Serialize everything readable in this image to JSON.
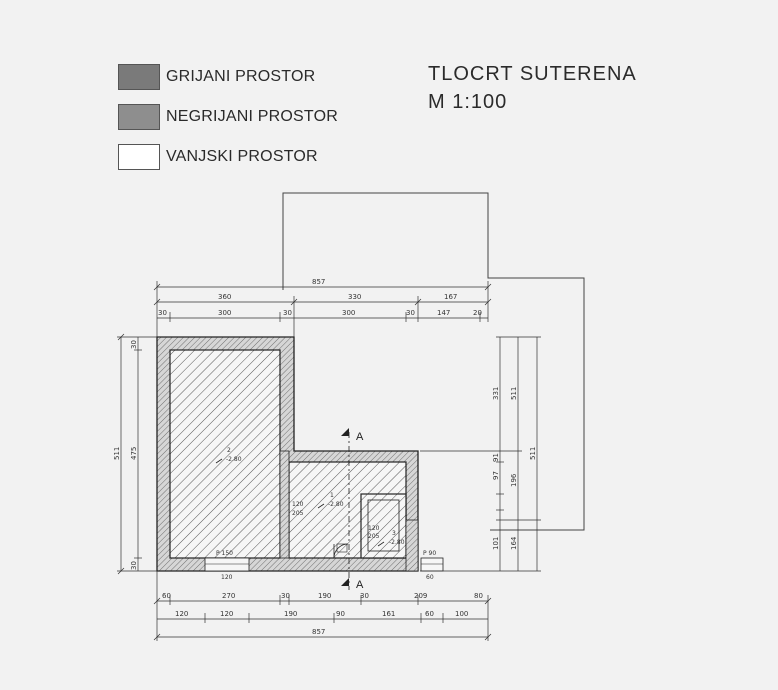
{
  "legend": {
    "heated": {
      "label": "GRIJANI PROSTOR",
      "color": "#7a7a7a"
    },
    "unheated": {
      "label": "NEGRIJANI PROSTOR",
      "color": "#8e8e8e"
    },
    "exterior": {
      "label": "VANJSKI PROSTOR",
      "color": "#ffffff"
    }
  },
  "drawing": {
    "title": "TLOCRT SUTERENA",
    "scale": "M 1:100"
  },
  "dimensions": {
    "top_total": "857",
    "top_mid": [
      "360",
      "330",
      "167"
    ],
    "top_detail": [
      "30",
      "300",
      "30",
      "300",
      "30",
      "147",
      "20"
    ],
    "bottom_row1": [
      "60",
      "270",
      "30",
      "190",
      "30",
      "209",
      "80"
    ],
    "bottom_row2": [
      "120",
      "120",
      "190",
      "90",
      "161",
      "60",
      "100"
    ],
    "bottom_total": "857",
    "left_total": "511",
    "left_mid": "475",
    "left_small": [
      "30",
      "30"
    ],
    "right_outer": "511",
    "right_upper": "331",
    "right_mid": [
      "91",
      "97",
      "196"
    ],
    "right_lower": [
      "101",
      "164"
    ]
  },
  "section_marks": {
    "top": "A",
    "bottom": "A"
  },
  "rooms": {
    "r1": {
      "num": "2",
      "level": "-2.80"
    },
    "r2": {
      "num": "1",
      "level": "-2.80"
    },
    "r3": {
      "num": "3",
      "level": "-2.80"
    }
  },
  "room_dims": {
    "door1": "120",
    "door1b": "205",
    "door2": "120",
    "door2b": "205",
    "win1": "P 150",
    "win2": "P 90",
    "win_b": "120",
    "win_c": "60"
  }
}
